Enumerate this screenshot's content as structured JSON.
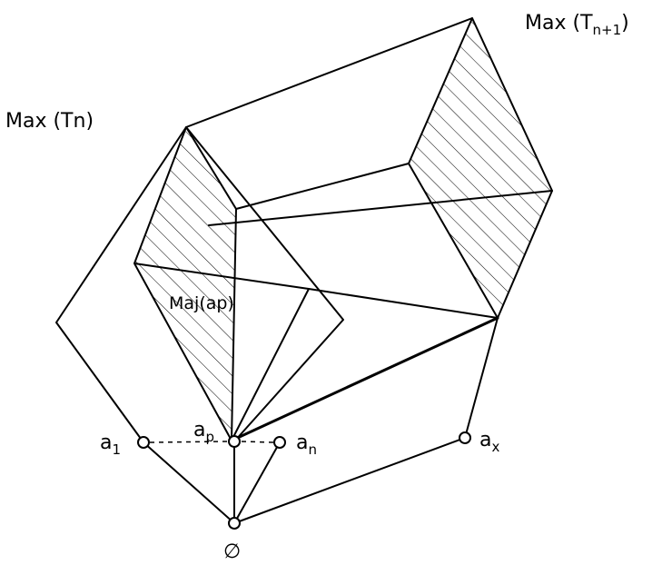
{
  "labels": {
    "max_tn1_prefix": "Max (",
    "max_tn1_T": "T",
    "max_tn1_sub": "n+1",
    "max_tn1_suffix": ")",
    "max_tn": "Max (Tn)",
    "maj_ap": "Maj(ap)",
    "a1_base": "a",
    "a1_sub": "1",
    "ap_base": "a",
    "ap_sub": "p",
    "an_base": "a",
    "an_sub": "n",
    "ax_base": "a",
    "ax_sub": "x",
    "empty_set": "∅"
  }
}
